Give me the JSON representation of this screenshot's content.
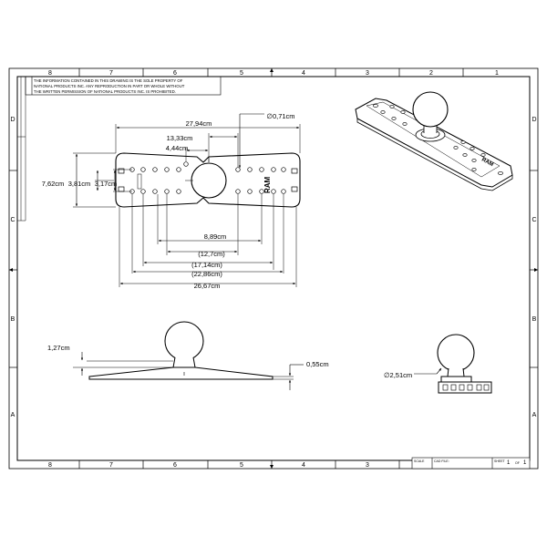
{
  "border": {
    "columns": [
      "8",
      "7",
      "6",
      "5",
      "4",
      "3",
      "2",
      "1"
    ],
    "rows_left": [
      "D",
      "C",
      "B",
      "A"
    ],
    "rows_right": [
      "D",
      "C",
      "B",
      "A"
    ]
  },
  "notice": {
    "lines": [
      "THE INFORMATION CONTAINED IN THIS DRAWING IS THE SOLE PROPERTY OF",
      "NATIONAL PRODUCTS INC. ANY REPRODUCTION IN PART OR WHOLE WITHOUT",
      "THE WRITTEN PERMISSION OF NATIONAL PRODUCTS INC. IS PROHIBITED."
    ]
  },
  "top_view": {
    "overall_length": "27,94cm",
    "hole_diameter": "∅0,71cm",
    "dim_13_33": "13,33cm",
    "dim_4_44": "4,44cm",
    "height_7_62": "7,62cm",
    "height_3_81": "3,81cm",
    "height_3_17": "3,17cm",
    "dim_8_89": "8,89cm",
    "dim_12_7": "(12,7cm)",
    "dim_17_14": "(17,14cm)",
    "dim_22_86": "(22,86cm)",
    "dim_26_67": "26,67cm",
    "brand_mark": "RAM"
  },
  "side_view": {
    "dim_1_27": "1,27cm",
    "dim_0_55": "0,55cm"
  },
  "end_view": {
    "ball_diameter": "∅2,51cm"
  },
  "title_block": {
    "scale_label": "SCALE",
    "cad_label": "CAD FILE:",
    "sheet_label": "SHEET",
    "sheet_number": "1",
    "of_label": "OF",
    "sheet_total": "1"
  }
}
